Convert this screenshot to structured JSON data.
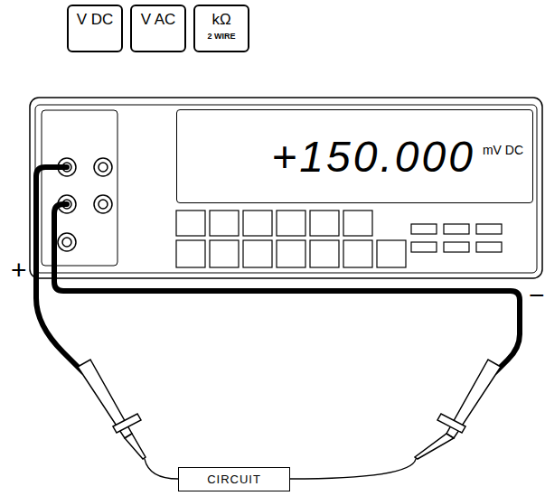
{
  "diagram": {
    "nodes": [
      {
        "text": [
          "V DC"
        ]
      },
      {
        "text": [
          "V AC"
        ]
      },
      {
        "text": [
          "kΩ",
          "2 WIRE"
        ]
      },
      {
        "text": [
          "+150.000",
          "mV DC"
        ]
      },
      {
        "text": [
          "CIRCUIT"
        ]
      }
    ],
    "labels": [
      "+",
      "−"
    ]
  }
}
